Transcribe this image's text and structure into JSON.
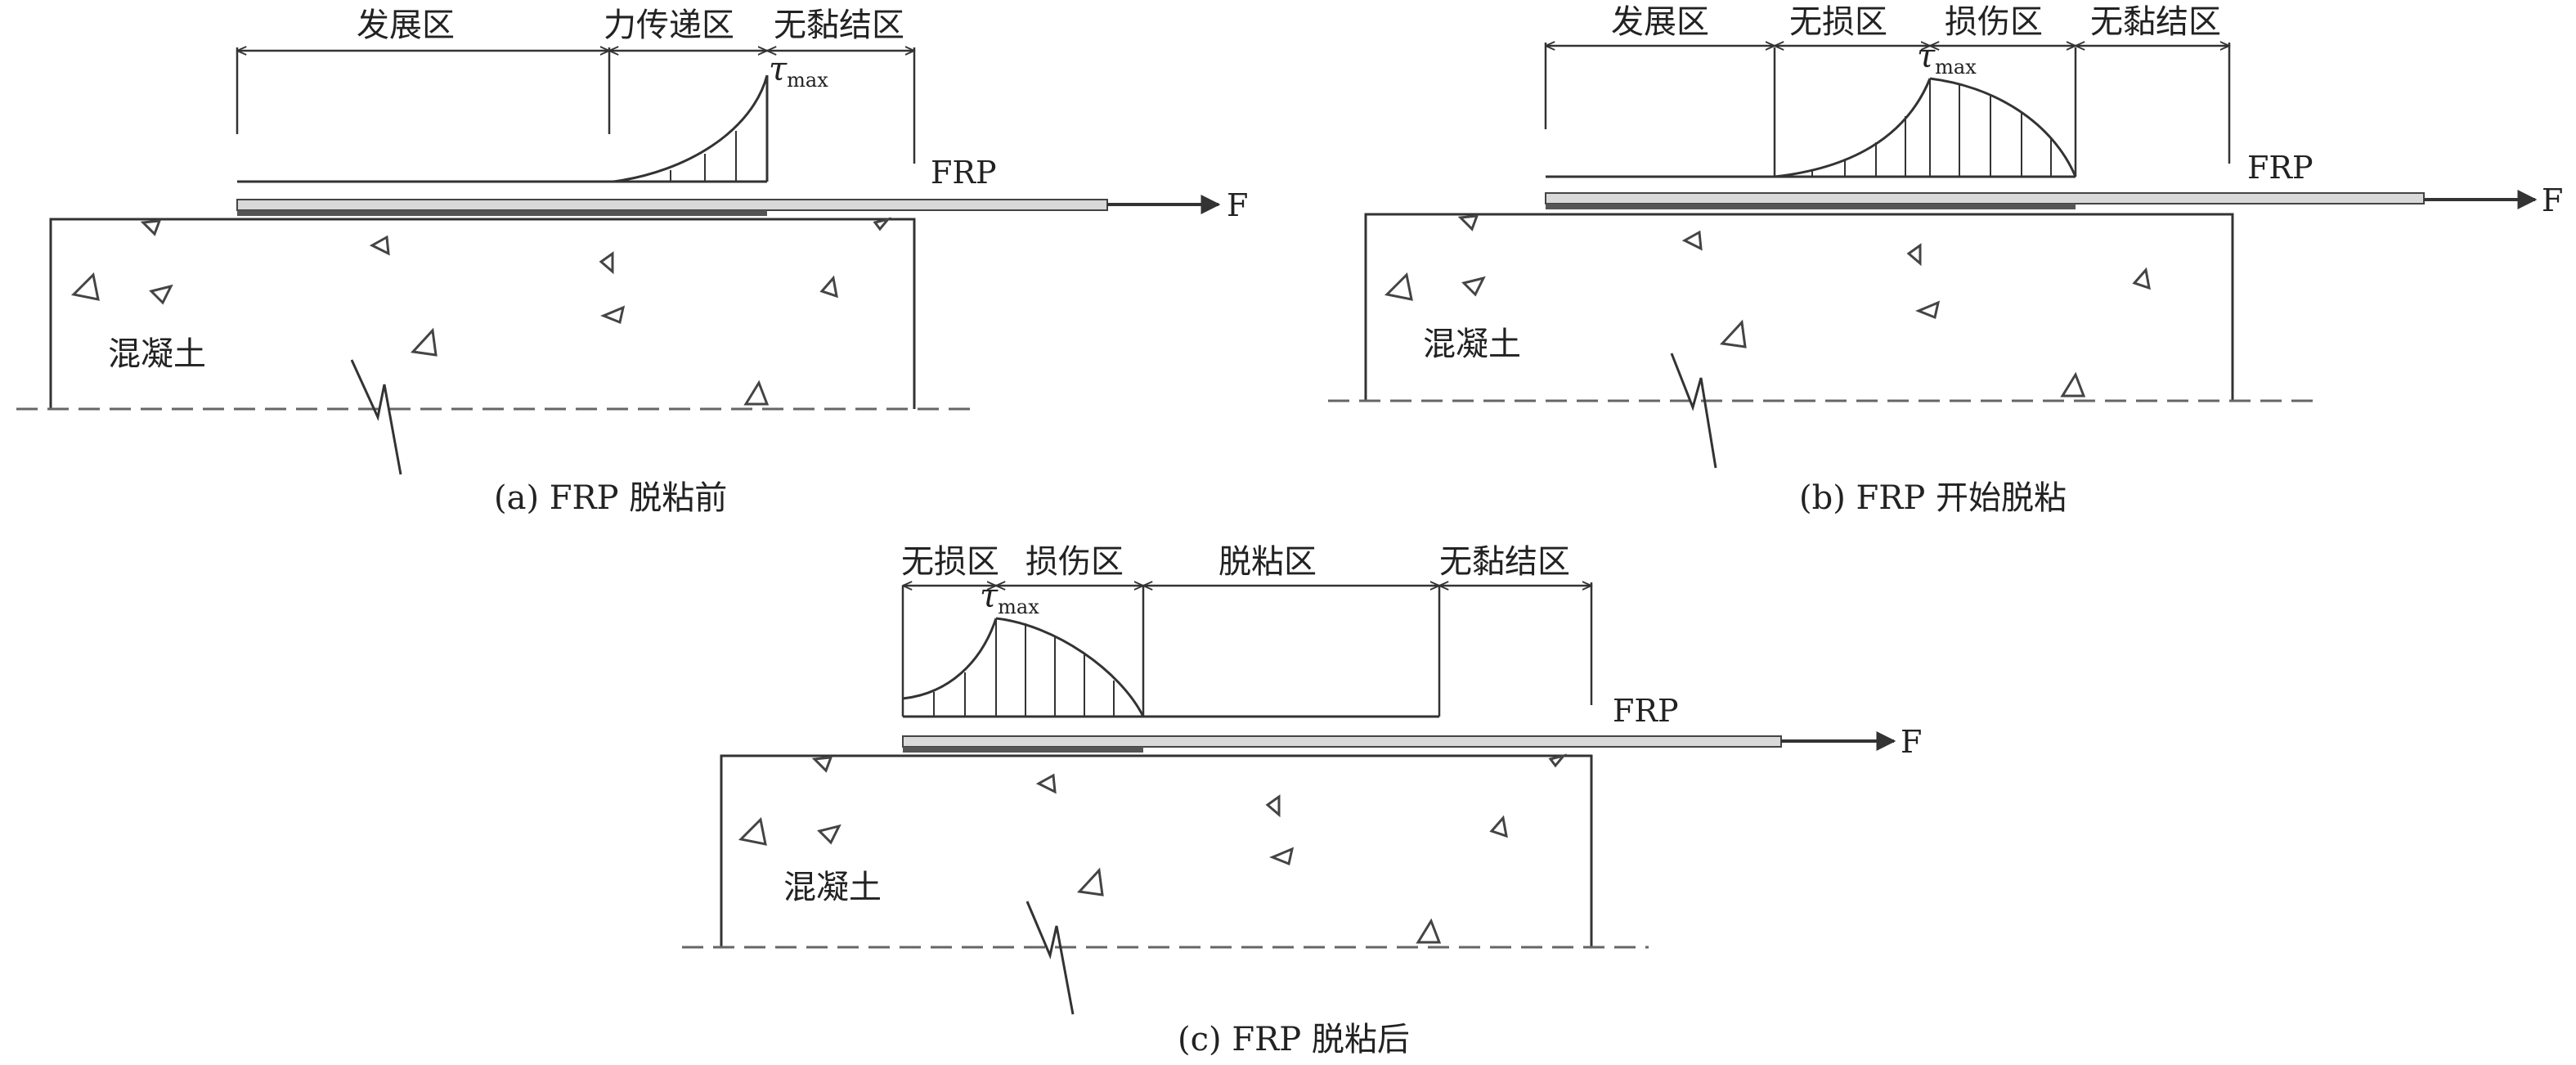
{
  "panel_a": {
    "zones": [
      "发展区",
      "力传递区",
      "无黏结区"
    ],
    "tau_symbol": "τ",
    "tau_sub": "max",
    "frp_label": "FRP",
    "force_label": "F",
    "concrete_label": "混凝土",
    "caption": "(a) FRP 脱粘前"
  },
  "panel_b": {
    "zones": [
      "发展区",
      "无损区",
      "损伤区",
      "无黏结区"
    ],
    "tau_symbol": "τ",
    "tau_sub": "max",
    "frp_label": "FRP",
    "force_label": "F",
    "concrete_label": "混凝土",
    "caption": "(b) FRP 开始脱粘"
  },
  "panel_c": {
    "zones": [
      "无损区",
      "损伤区",
      "脱粘区",
      "无黏结区"
    ],
    "tau_symbol": "τ",
    "tau_sub": "max",
    "frp_label": "FRP",
    "force_label": "F",
    "concrete_label": "混凝土",
    "caption": "(c) FRP 脱粘后"
  },
  "colors": {
    "line": "#333333",
    "frp_fill": "#d9d9d9",
    "bonded_dark": "#555555",
    "dash": "#666666"
  }
}
